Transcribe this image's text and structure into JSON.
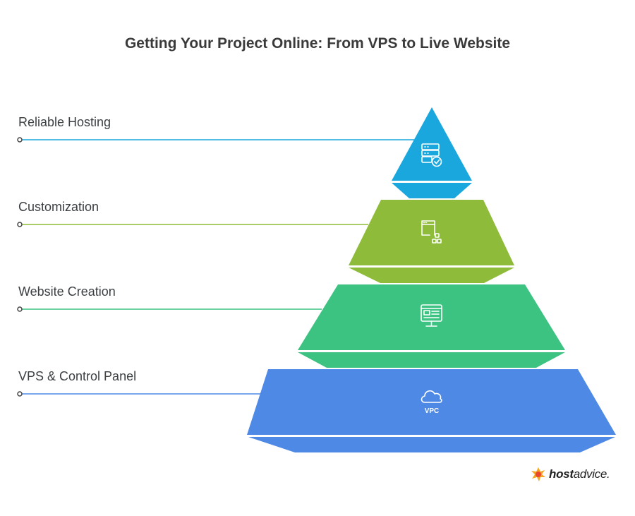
{
  "title": "Getting Your Project Online: From VPS to Live Website",
  "levels": [
    {
      "label": "Reliable Hosting",
      "color": "#1aa7dd",
      "icon": "server-check-icon"
    },
    {
      "label": "Customization",
      "color": "#8ebc3a",
      "icon": "browser-components-icon"
    },
    {
      "label": "Website Creation",
      "color": "#3cc381",
      "icon": "monitor-website-icon"
    },
    {
      "label": "VPS & Control Panel",
      "color": "#4f89e6",
      "icon": "cloud-vpc-icon",
      "icon_text": "VPC"
    }
  ],
  "logo": {
    "bold": "host",
    "rest": "advice."
  }
}
